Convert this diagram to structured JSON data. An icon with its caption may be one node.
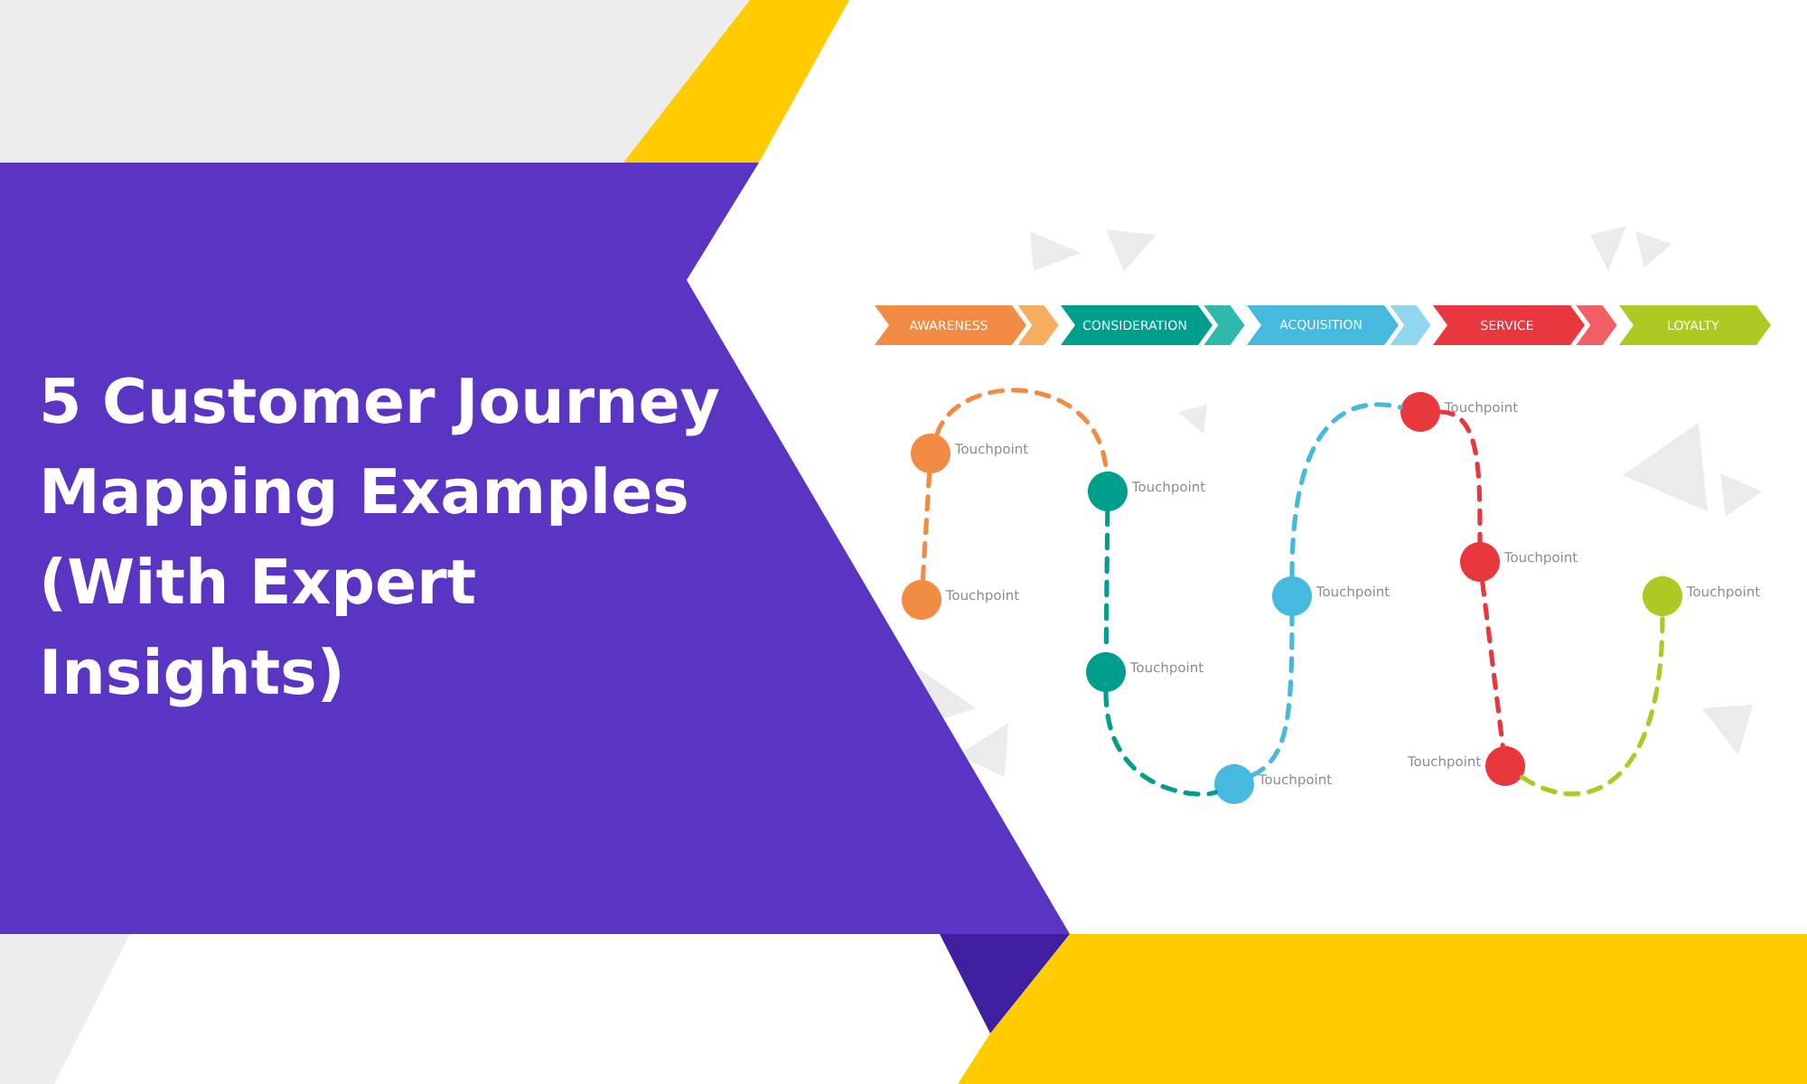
{
  "diagram": {
    "title": "5 Customer Journey Mapping Examples (With Expert Insights)",
    "nodes": [
      {
        "text": [
          "AWARENESS"
        ]
      },
      {
        "text": [
          "CONSIDERATION"
        ]
      },
      {
        "text": [
          "ACQUISITION"
        ]
      },
      {
        "text": [
          "SERVICE"
        ]
      },
      {
        "text": [
          "LOYALTY"
        ]
      },
      {
        "text": [],
        "shape": "circle",
        "beside": [
          "Touchpoint"
        ]
      },
      {
        "text": [],
        "shape": "circle",
        "beside": [
          "Touchpoint"
        ]
      },
      {
        "text": [],
        "shape": "circle",
        "beside": [
          "Touchpoint"
        ]
      },
      {
        "text": [],
        "shape": "circle",
        "beside": [
          "Touchpoint"
        ]
      },
      {
        "text": [],
        "shape": "circle",
        "beside": [
          "Touchpoint"
        ]
      },
      {
        "text": [],
        "shape": "circle",
        "beside": [
          "Touchpoint"
        ]
      },
      {
        "text": [],
        "shape": "circle",
        "beside": [
          "Touchpoint"
        ]
      },
      {
        "text": [],
        "shape": "circle",
        "beside": [
          "Touchpoint"
        ]
      },
      {
        "text": [],
        "shape": "circle",
        "beside": [
          "Touchpoint"
        ]
      },
      {
        "text": [],
        "shape": "circle",
        "beside": [
          "Touchpoint"
        ]
      }
    ],
    "edges": [
      {
        "from": 0,
        "to": 1,
        "arrow": "to"
      },
      {
        "from": 1,
        "to": 2,
        "arrow": "to"
      },
      {
        "from": 2,
        "to": 3,
        "arrow": "to"
      },
      {
        "from": 3,
        "to": 4,
        "arrow": "to"
      },
      {
        "from": 6,
        "to": 5,
        "arrow": "none",
        "style": "dashed",
        "color": "#f28c45"
      },
      {
        "from": 5,
        "to": 7,
        "arrow": "none",
        "style": "dashed",
        "color": "#f28c45"
      },
      {
        "from": 7,
        "to": 8,
        "arrow": "none",
        "style": "dashed",
        "color": "#009e8c"
      },
      {
        "from": 8,
        "to": 9,
        "arrow": "none",
        "style": "dashed",
        "color": "#009e8c"
      },
      {
        "from": 9,
        "to": 10,
        "arrow": "none",
        "style": "dashed",
        "color": "#45bade"
      },
      {
        "from": 10,
        "to": 11,
        "arrow": "none",
        "style": "dashed",
        "color": "#45bade"
      },
      {
        "from": 11,
        "to": 12,
        "arrow": "none",
        "style": "dashed",
        "color": "#e8383d"
      },
      {
        "from": 12,
        "to": 13,
        "arrow": "none",
        "style": "dashed",
        "color": "#e8383d"
      },
      {
        "from": 13,
        "to": 14,
        "arrow": "none",
        "style": "dashed",
        "color": "#afc823"
      }
    ]
  }
}
